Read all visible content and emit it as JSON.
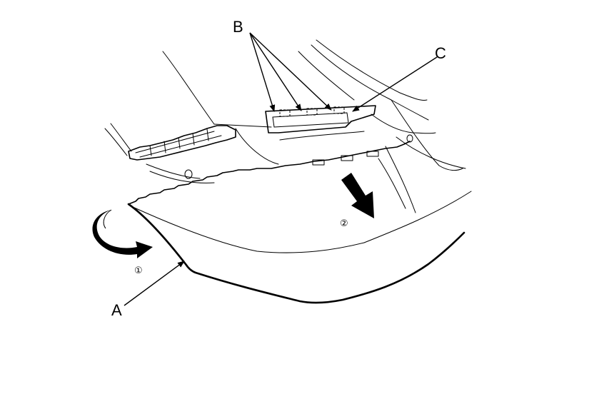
{
  "callouts": {
    "a": "A",
    "b": "B",
    "c": "C"
  },
  "steps": {
    "one": "①",
    "two": "②"
  },
  "colors": {
    "ink": "#000000",
    "background": "#ffffff"
  }
}
